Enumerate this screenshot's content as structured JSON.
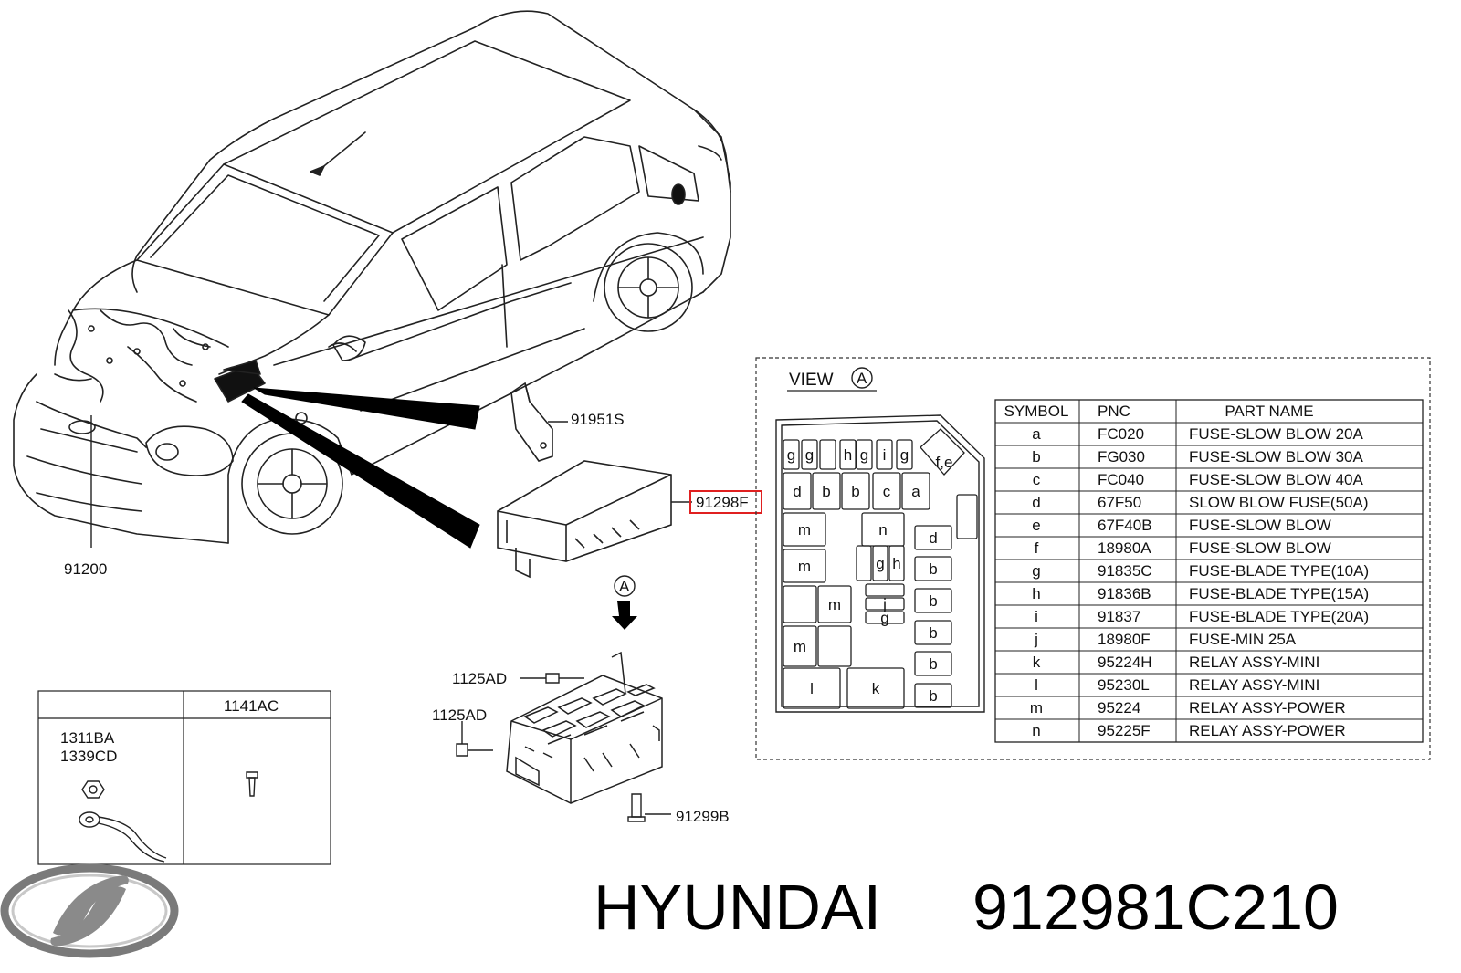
{
  "callouts": {
    "bracket": "91951S",
    "fuse_cover": "91298F",
    "wiring": "91200",
    "bolt_top": "1125AD",
    "bolt_left": "1125AD",
    "bolt_bottom": "91299B",
    "view_marker": "A"
  },
  "hardware_box": {
    "col2_header": "1141AC",
    "col1_line1": "1311BA",
    "col1_line2": "1339CD"
  },
  "view": {
    "label": "VIEW",
    "marker": "A"
  },
  "fuse_layout": {
    "top_row": [
      "g",
      "g",
      "",
      "h",
      "g",
      "i",
      "g"
    ],
    "second_row": [
      "d",
      "b",
      "b",
      "c",
      "a"
    ],
    "corner_label": "f,e",
    "m": "m",
    "n": "n",
    "d": "d",
    "b": "b",
    "g": "g",
    "h": "h",
    "j": "j",
    "l": "l",
    "k": "k"
  },
  "parts_table": {
    "headers": [
      "SYMBOL",
      "PNC",
      "PART NAME"
    ],
    "rows": [
      [
        "a",
        "FC020",
        "FUSE-SLOW BLOW 20A"
      ],
      [
        "b",
        "FG030",
        "FUSE-SLOW BLOW 30A"
      ],
      [
        "c",
        "FC040",
        "FUSE-SLOW BLOW 40A"
      ],
      [
        "d",
        "67F50",
        "SLOW BLOW FUSE(50A)"
      ],
      [
        "e",
        "67F40B",
        "FUSE-SLOW BLOW"
      ],
      [
        "f",
        "18980A",
        "FUSE-SLOW BLOW"
      ],
      [
        "g",
        "91835C",
        "FUSE-BLADE TYPE(10A)"
      ],
      [
        "h",
        "91836B",
        "FUSE-BLADE TYPE(15A)"
      ],
      [
        "i",
        "91837",
        "FUSE-BLADE TYPE(20A)"
      ],
      [
        "j",
        "18980F",
        "FUSE-MIN 25A"
      ],
      [
        "k",
        "95224H",
        "RELAY ASSY-MINI"
      ],
      [
        "l",
        "95230L",
        "RELAY ASSY-MINI"
      ],
      [
        "m",
        "95224",
        "RELAY ASSY-POWER"
      ],
      [
        "n",
        "95225F",
        "RELAY ASSY-POWER"
      ]
    ]
  },
  "footer": {
    "brand": "HYUNDAI",
    "part_number": "912981C210"
  },
  "colors": {
    "highlight": "#e02020",
    "line": "#222222"
  }
}
